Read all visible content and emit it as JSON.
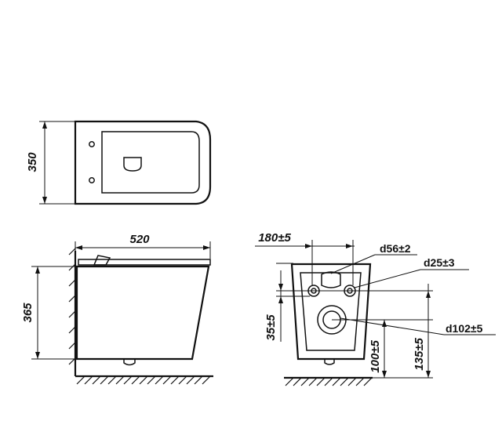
{
  "top_view": {
    "depth_label": "350"
  },
  "side_view": {
    "length_label": "520",
    "height_label": "365"
  },
  "rear_view": {
    "offset_label": "180±5",
    "inlet_label": "d56±2",
    "bolt_label": "d25±3",
    "outlet_label": "d102±5",
    "bolt_height_label": "35±5",
    "outlet_height_label": "100±5",
    "top_height_label": "135±5"
  }
}
